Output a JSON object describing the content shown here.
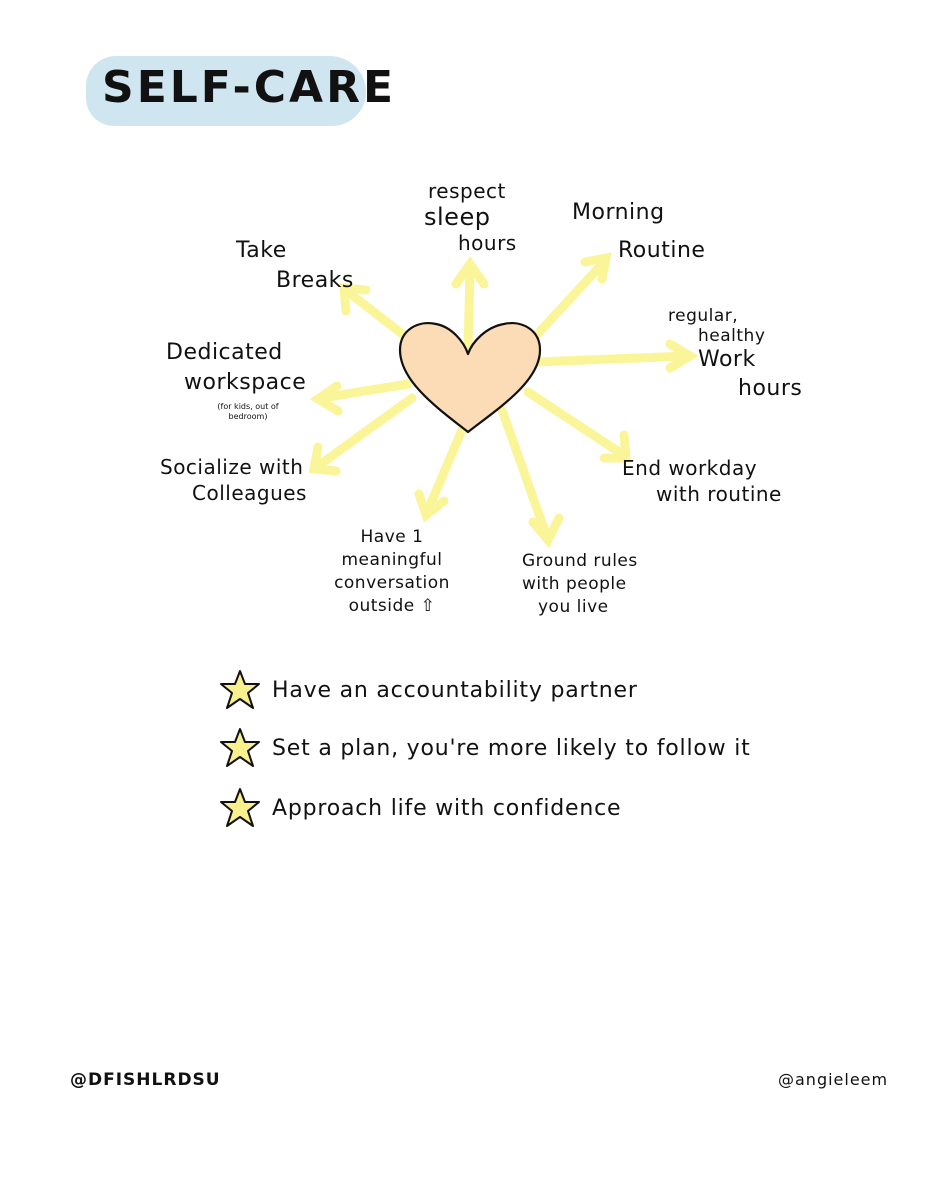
{
  "title": "SELF-CARE",
  "spokes": {
    "sleep": [
      "respect",
      "sleep",
      "hours"
    ],
    "morning": [
      "Morning",
      "Routine"
    ],
    "work_hours": [
      "regular,",
      "healthy",
      "Work",
      "hours"
    ],
    "end_workday": [
      "End workday",
      "with routine"
    ],
    "ground_rules": [
      "Ground rules",
      "with people",
      "you live"
    ],
    "conversation": [
      "Have 1",
      "meaningful",
      "conversation",
      "outside ⇧"
    ],
    "socialize": [
      "Socialize with",
      "Colleagues"
    ],
    "workspace": [
      "Dedicated",
      "workspace"
    ],
    "workspace_note": [
      "(for kids, out of",
      "bedroom)"
    ],
    "breaks": [
      "Take",
      "Breaks"
    ]
  },
  "tips": [
    "Have an accountability partner",
    "Set a plan, you're more likely to follow it",
    "Approach life with confidence"
  ],
  "footer": {
    "left": "@DFISHLRDSU",
    "right": "@angieleem"
  },
  "colors": {
    "heart": "#fbdcb6",
    "arrow": "#fbf59a",
    "star": "#f8ef8d",
    "title_bg": "#cfe6f1"
  }
}
